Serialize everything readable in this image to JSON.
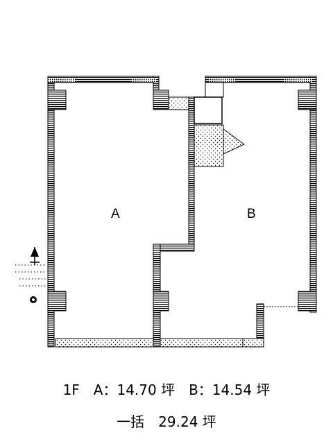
{
  "rooms": {
    "a_label": "A",
    "b_label": "B"
  },
  "caption": {
    "line1": "1F　A：14.70 坪　B：14.54 坪",
    "line2": "一括　29.24 坪"
  },
  "icons": [
    "north-arrow-icon",
    "compass-icon"
  ],
  "colors": {
    "wall": "#000000",
    "background": "#ffffff"
  }
}
